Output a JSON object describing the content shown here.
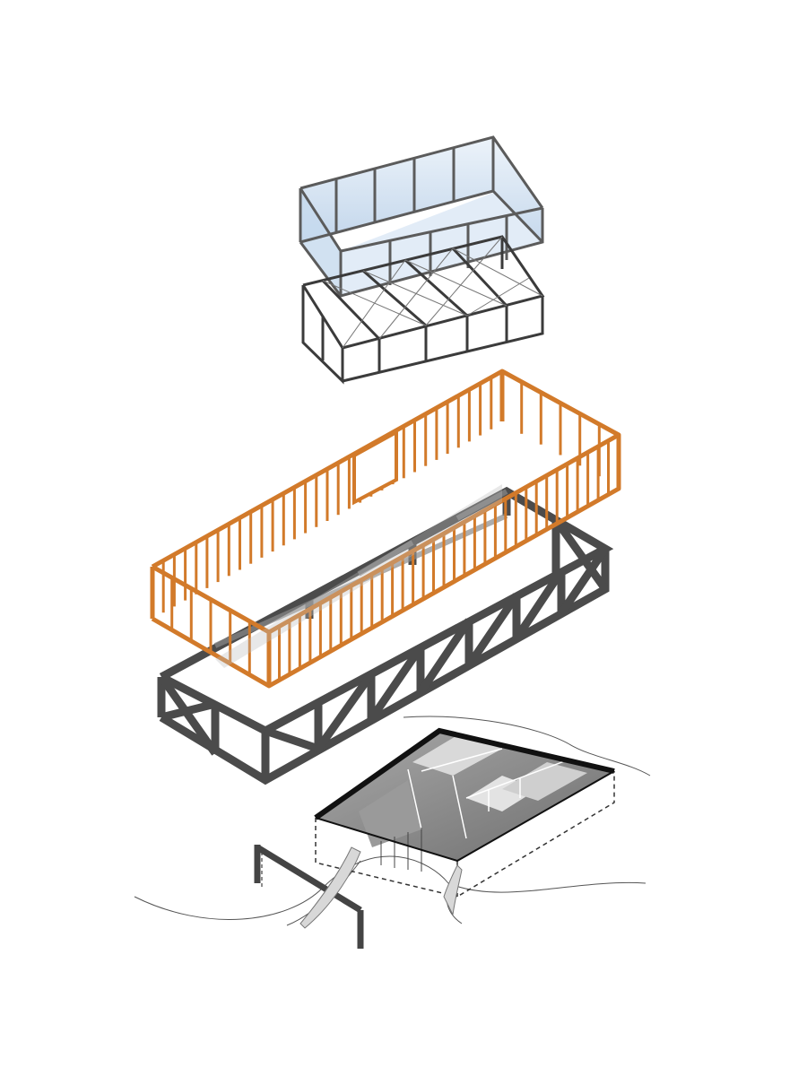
{
  "diagram": {
    "kind": "exploded axonometric building diagram",
    "layers": [
      {
        "id": "glass-enclosure",
        "stroke": "#5a5a5a",
        "fill": "#d6e4f2"
      },
      {
        "id": "rooftop-steel-frame",
        "stroke": "#3a3a3a"
      },
      {
        "id": "timber-stud-wall-frame",
        "stroke": "#d27a2a"
      },
      {
        "id": "steel-truss-base",
        "stroke": "#4a4a4a"
      },
      {
        "id": "ground-floor-plan",
        "stroke": "#1a1a1a",
        "fill": "#8c8c8c"
      },
      {
        "id": "terrain-and-retaining-wall",
        "stroke": "#444444"
      }
    ],
    "colors": {
      "background": "#ffffff",
      "glass": "#cfe0f1",
      "timber": "#d27a2a",
      "steel": "#4b4b4b"
    }
  }
}
